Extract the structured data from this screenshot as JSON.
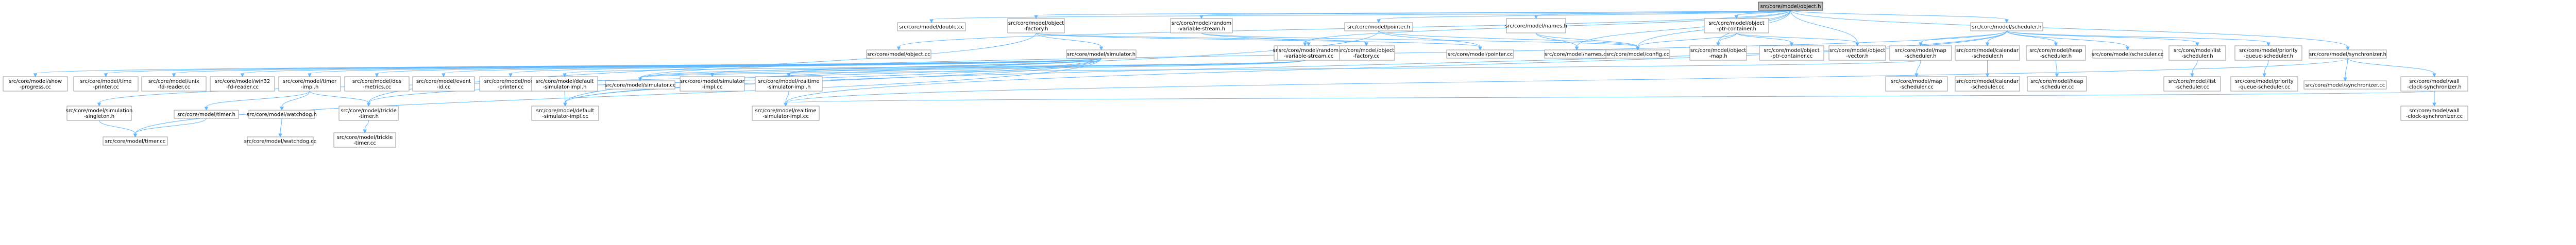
{
  "nodes": [
    {
      "id": "object_h",
      "lines": [
        "src/core/model/object.h"
      ],
      "root": true
    },
    {
      "id": "double_cc",
      "lines": [
        "src/core/model/double.cc"
      ]
    },
    {
      "id": "object_factory_h",
      "lines": [
        "src/core/model/object",
        "-factory.h"
      ]
    },
    {
      "id": "random_stream_h",
      "lines": [
        "src/core/model/random",
        "-variable-stream.h"
      ]
    },
    {
      "id": "pointer_h",
      "lines": [
        "src/core/model/pointer.h"
      ]
    },
    {
      "id": "names_h",
      "lines": [
        "src/core/model/names.h"
      ]
    },
    {
      "id": "ptr_container_h",
      "lines": [
        "src/core/model/object",
        "-ptr-container.h"
      ]
    },
    {
      "id": "scheduler_h",
      "lines": [
        "src/core/model/scheduler.h"
      ]
    },
    {
      "id": "object_cc",
      "lines": [
        "src/core/model/object.cc"
      ]
    },
    {
      "id": "simulator_h",
      "lines": [
        "src/core/model/simulator.h"
      ]
    },
    {
      "id": "object_factory_cc",
      "lines": [
        "src/core/model/object",
        "-factory.cc"
      ]
    },
    {
      "id": "simulator_impl_h",
      "lines": [
        "src/core/model/simulator",
        "-impl.h"
      ]
    },
    {
      "id": "random_stream_cc",
      "lines": [
        "src/core/model/random",
        "-variable-stream.cc"
      ]
    },
    {
      "id": "pointer_cc",
      "lines": [
        "src/core/model/pointer.cc"
      ]
    },
    {
      "id": "names_cc",
      "lines": [
        "src/core/model/names.cc"
      ]
    },
    {
      "id": "config_cc",
      "lines": [
        "src/core/model/config.cc"
      ]
    },
    {
      "id": "object_map_h",
      "lines": [
        "src/core/model/object",
        "-map.h"
      ]
    },
    {
      "id": "ptr_container_cc",
      "lines": [
        "src/core/model/object",
        "-ptr-container.cc"
      ]
    },
    {
      "id": "object_vector_h",
      "lines": [
        "src/core/model/object",
        "-vector.h"
      ]
    },
    {
      "id": "map_scheduler_h",
      "lines": [
        "src/core/model/map",
        "-scheduler.h"
      ]
    },
    {
      "id": "calendar_scheduler_h",
      "lines": [
        "src/core/model/calendar",
        "-scheduler.h"
      ]
    },
    {
      "id": "heap_scheduler_h",
      "lines": [
        "src/core/model/heap",
        "-scheduler.h"
      ]
    },
    {
      "id": "scheduler_cc",
      "lines": [
        "src/core/model/scheduler.cc"
      ]
    },
    {
      "id": "list_scheduler_h",
      "lines": [
        "src/core/model/list",
        "-scheduler.h"
      ]
    },
    {
      "id": "priority_queue_scheduler_h",
      "lines": [
        "src/core/model/priority",
        "-queue-scheduler.h"
      ]
    },
    {
      "id": "synchronizer_h",
      "lines": [
        "src/core/model/synchronizer.h"
      ]
    },
    {
      "id": "show_progress_cc",
      "lines": [
        "src/core/model/show",
        "-progress.cc"
      ]
    },
    {
      "id": "time_printer_cc",
      "lines": [
        "src/core/model/time",
        "-printer.cc"
      ]
    },
    {
      "id": "unix_fd_reader_cc",
      "lines": [
        "src/core/model/unix",
        "-fd-reader.cc"
      ]
    },
    {
      "id": "win32_fd_reader_cc",
      "lines": [
        "src/core/model/win32",
        "-fd-reader.cc"
      ]
    },
    {
      "id": "timer_impl_h",
      "lines": [
        "src/core/model/timer",
        "-impl.h"
      ]
    },
    {
      "id": "des_metrics_cc",
      "lines": [
        "src/core/model/des",
        "-metrics.cc"
      ]
    },
    {
      "id": "event_id_cc",
      "lines": [
        "src/core/model/event",
        "-id.cc"
      ]
    },
    {
      "id": "node_printer_cc",
      "lines": [
        "src/core/model/node",
        "-printer.cc"
      ]
    },
    {
      "id": "default_simulator_impl_h",
      "lines": [
        "src/core/model/default",
        "-simulator-impl.h"
      ]
    },
    {
      "id": "simulator_cc",
      "lines": [
        "src/core/model/simulator.cc"
      ]
    },
    {
      "id": "simulator_impl_cc",
      "lines": [
        "src/core/model/simulator",
        "-impl.cc"
      ]
    },
    {
      "id": "realtime_simulator_impl_h",
      "lines": [
        "src/core/model/realtime",
        "-simulator-impl.h"
      ]
    },
    {
      "id": "map_scheduler_cc",
      "lines": [
        "src/core/model/map",
        "-scheduler.cc"
      ]
    },
    {
      "id": "calendar_scheduler_cc",
      "lines": [
        "src/core/model/calendar",
        "-scheduler.cc"
      ]
    },
    {
      "id": "heap_scheduler_cc",
      "lines": [
        "src/core/model/heap",
        "-scheduler.cc"
      ]
    },
    {
      "id": "list_scheduler_cc",
      "lines": [
        "src/core/model/list",
        "-scheduler.cc"
      ]
    },
    {
      "id": "priority_queue_scheduler_cc",
      "lines": [
        "src/core/model/priority",
        "-queue-scheduler.cc"
      ]
    },
    {
      "id": "synchronizer_cc",
      "lines": [
        "src/core/model/synchronizer.cc"
      ]
    },
    {
      "id": "wall_clock_synchronizer_h",
      "lines": [
        "src/core/model/wall",
        "-clock-synchronizer.h"
      ]
    },
    {
      "id": "simulation_singleton_h",
      "lines": [
        "src/core/model/simulation",
        "-singleton.h"
      ]
    },
    {
      "id": "timer_h",
      "lines": [
        "src/core/model/timer.h"
      ]
    },
    {
      "id": "watchdog_h",
      "lines": [
        "src/core/model/watchdog.h"
      ]
    },
    {
      "id": "trickle_timer_h",
      "lines": [
        "src/core/model/trickle",
        "-timer.h"
      ]
    },
    {
      "id": "default_simulator_impl_cc",
      "lines": [
        "src/core/model/default",
        "-simulator-impl.cc"
      ]
    },
    {
      "id": "realtime_simulator_impl_cc",
      "lines": [
        "src/core/model/realtime",
        "-simulator-impl.cc"
      ]
    },
    {
      "id": "wall_clock_synchronizer_cc",
      "lines": [
        "src/core/model/wall",
        "-clock-synchronizer.cc"
      ]
    },
    {
      "id": "timer_cc",
      "lines": [
        "src/core/model/timer.cc"
      ]
    },
    {
      "id": "watchdog_cc",
      "lines": [
        "src/core/model/watchdog.cc"
      ]
    },
    {
      "id": "trickle_timer_cc",
      "lines": [
        "src/core/model/trickle",
        "-timer.cc"
      ]
    }
  ],
  "edges": [
    [
      "object_h",
      "double_cc"
    ],
    [
      "object_h",
      "object_cc"
    ],
    [
      "object_h",
      "object_factory_h"
    ],
    [
      "object_h",
      "random_stream_h"
    ],
    [
      "object_h",
      "pointer_h"
    ],
    [
      "object_h",
      "names_h"
    ],
    [
      "object_h",
      "ptr_container_h"
    ],
    [
      "object_h",
      "scheduler_h"
    ],
    [
      "object_h",
      "config_cc"
    ],
    [
      "object_h",
      "names_cc"
    ],
    [
      "object_h",
      "object_map_h"
    ],
    [
      "object_h",
      "object_vector_h"
    ],
    [
      "object_h",
      "simulator_impl_h"
    ],
    [
      "object_h",
      "synchronizer_h"
    ],
    [
      "object_factory_h",
      "simulator_h"
    ],
    [
      "object_factory_h",
      "object_factory_cc"
    ],
    [
      "object_factory_h",
      "trickle_timer_h"
    ],
    [
      "object_factory_h",
      "pointer_cc"
    ],
    [
      "random_stream_h",
      "random_stream_cc"
    ],
    [
      "random_stream_h",
      "config_cc"
    ],
    [
      "pointer_h",
      "pointer_cc"
    ],
    [
      "pointer_h",
      "config_cc"
    ],
    [
      "pointer_h",
      "default_simulator_impl_cc"
    ],
    [
      "names_h",
      "names_cc"
    ],
    [
      "names_h",
      "config_cc"
    ],
    [
      "ptr_container_h",
      "object_map_h"
    ],
    [
      "ptr_container_h",
      "ptr_container_cc"
    ],
    [
      "ptr_container_h",
      "object_vector_h"
    ],
    [
      "ptr_container_h",
      "config_cc"
    ],
    [
      "scheduler_h",
      "map_scheduler_h"
    ],
    [
      "scheduler_h",
      "calendar_scheduler_h"
    ],
    [
      "scheduler_h",
      "heap_scheduler_h"
    ],
    [
      "scheduler_h",
      "scheduler_cc"
    ],
    [
      "scheduler_h",
      "list_scheduler_h"
    ],
    [
      "scheduler_h",
      "priority_queue_scheduler_h"
    ],
    [
      "scheduler_h",
      "simulator_cc"
    ],
    [
      "scheduler_h",
      "default_simulator_impl_cc"
    ],
    [
      "scheduler_h",
      "realtime_simulator_impl_cc"
    ],
    [
      "simulator_h",
      "show_progress_cc"
    ],
    [
      "simulator_h",
      "time_printer_cc"
    ],
    [
      "simulator_h",
      "unix_fd_reader_cc"
    ],
    [
      "simulator_h",
      "win32_fd_reader_cc"
    ],
    [
      "simulator_h",
      "timer_impl_h"
    ],
    [
      "simulator_h",
      "des_metrics_cc"
    ],
    [
      "simulator_h",
      "event_id_cc"
    ],
    [
      "simulator_h",
      "node_printer_cc"
    ],
    [
      "simulator_h",
      "simulation_singleton_h"
    ],
    [
      "simulator_h",
      "trickle_timer_h"
    ],
    [
      "simulator_h",
      "simulator_cc"
    ],
    [
      "simulator_h",
      "default_simulator_impl_cc"
    ],
    [
      "simulator_h",
      "realtime_simulator_impl_h"
    ],
    [
      "simulator_h",
      "timer_cc"
    ],
    [
      "simulator_impl_h",
      "default_simulator_impl_h"
    ],
    [
      "simulator_impl_h",
      "simulator_cc"
    ],
    [
      "simulator_impl_h",
      "simulator_impl_cc"
    ],
    [
      "simulator_impl_h",
      "realtime_simulator_impl_h"
    ],
    [
      "map_scheduler_h",
      "map_scheduler_cc"
    ],
    [
      "map_scheduler_h",
      "simulator_cc"
    ],
    [
      "calendar_scheduler_h",
      "calendar_scheduler_cc"
    ],
    [
      "heap_scheduler_h",
      "heap_scheduler_cc"
    ],
    [
      "list_scheduler_h",
      "list_scheduler_cc"
    ],
    [
      "priority_queue_scheduler_h",
      "priority_queue_scheduler_cc"
    ],
    [
      "synchronizer_h",
      "synchronizer_cc"
    ],
    [
      "synchronizer_h",
      "wall_clock_synchronizer_h"
    ],
    [
      "synchronizer_h",
      "realtime_simulator_impl_cc"
    ],
    [
      "timer_impl_h",
      "timer_h"
    ],
    [
      "timer_impl_h",
      "watchdog_h"
    ],
    [
      "timer_impl_h",
      "trickle_timer_h"
    ],
    [
      "default_simulator_impl_h",
      "default_simulator_impl_cc"
    ],
    [
      "realtime_simulator_impl_h",
      "realtime_simulator_impl_cc"
    ],
    [
      "wall_clock_synchronizer_h",
      "wall_clock_synchronizer_cc"
    ],
    [
      "wall_clock_synchronizer_h",
      "realtime_simulator_impl_cc"
    ],
    [
      "simulation_singleton_h",
      "timer_cc"
    ],
    [
      "timer_h",
      "timer_cc"
    ],
    [
      "watchdog_h",
      "watchdog_cc"
    ],
    [
      "trickle_timer_h",
      "trickle_timer_cc"
    ]
  ]
}
